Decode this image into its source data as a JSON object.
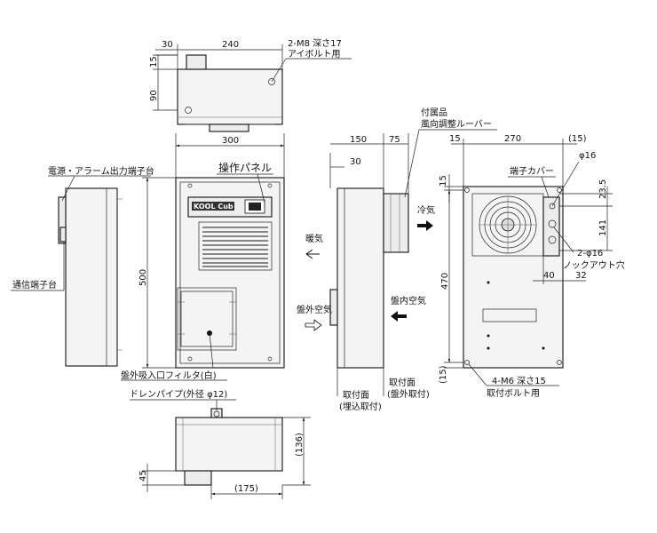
{
  "top_view": {
    "dim_30": "30",
    "dim_240": "240",
    "dim_15": "15",
    "dim_90": "90",
    "bolt_note_1": "2-M8 深さ17",
    "bolt_note_2": "アイボルト用"
  },
  "front_view": {
    "width": "300",
    "height": "500",
    "panel_label": "操作パネル",
    "logo_text": "KOOL Cub",
    "filter_label": "盤外吸入口フィルタ(白)"
  },
  "left_side_view": {
    "power_terminal": "電源・アラーム出力端子台",
    "comm_terminal": "通信端子台"
  },
  "right_side_view": {
    "dim_150": "150",
    "dim_75": "75",
    "dim_30": "30",
    "louver_label_1": "付属品",
    "louver_label_2": "風向調整ルーバー",
    "warm_air": "暖気",
    "cold_air": "冷気",
    "outside_air": "盤外空気",
    "inside_air": "盤内空気",
    "mount_embed_1": "取付面",
    "mount_embed_2": "(埋込取付)",
    "mount_ext_1": "取付面",
    "mount_ext_2": "(盤外取付)"
  },
  "rear_view": {
    "dim_15_top": "15",
    "dim_270": "270",
    "dim_15_paren": "(15)",
    "dim_phi16": "φ16",
    "terminal_cover": "端子カバー",
    "dim_15_side": "15",
    "dim_23_5": "23.5",
    "dim_141": "141",
    "knockout_1": "2-φ16",
    "knockout_2": "ノックアウト穴",
    "dim_470": "470",
    "dim_40": "40",
    "dim_32": "32",
    "dim_15_bottom": "(15)",
    "bolt_1": "4-M6 深さ15",
    "bolt_2": "取付ボルト用"
  },
  "bottom_view": {
    "drain_label": "ドレンパイプ(外径 φ12)",
    "dim_136": "(136)",
    "dim_45": "45",
    "dim_175": "(175)"
  }
}
